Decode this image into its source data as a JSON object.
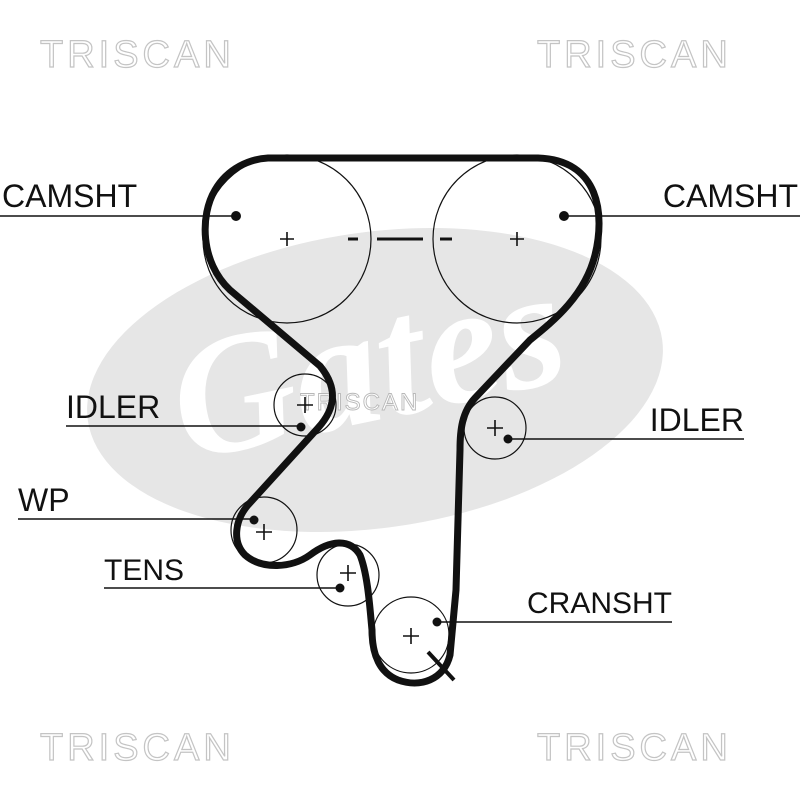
{
  "watermarks": {
    "top_left": "TRISCAN",
    "top_right": "TRISCAN",
    "bottom_left": "TRISCAN",
    "bottom_right": "TRISCAN",
    "center": "TRISCAN"
  },
  "background_logo": "Gates",
  "labels": {
    "camshaft_left": "CAMSHT",
    "camshaft_right": "CAMSHT",
    "idler_left": "IDLER",
    "idler_right": "IDLER",
    "water_pump": "WP",
    "tensioner": "TENS",
    "crankshaft": "CRANSHT"
  },
  "colors": {
    "line": "#111111",
    "watermark": "#c4c4c4",
    "logo": "#e6e6e6"
  }
}
